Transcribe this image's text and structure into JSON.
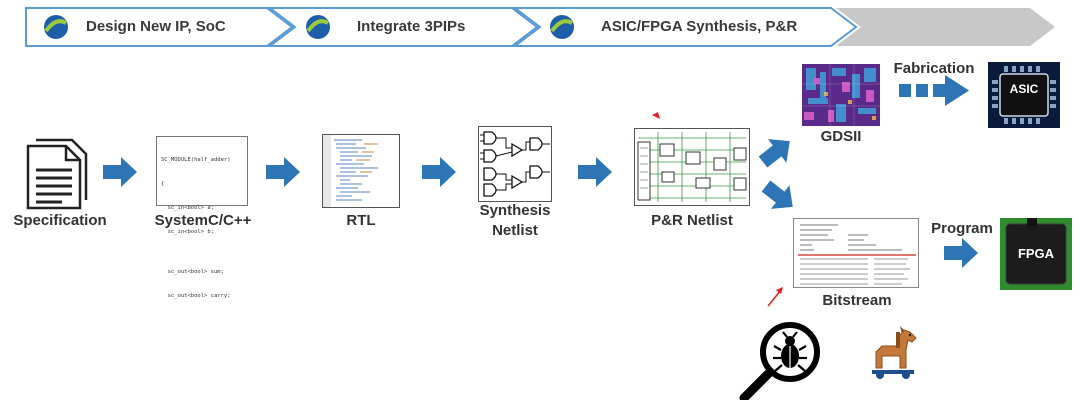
{
  "phases": [
    {
      "label": "Design New IP, SoC"
    },
    {
      "label": "Integrate 3PIPs"
    },
    {
      "label": "ASIC/FPGA Synthesis, P&R"
    }
  ],
  "stages": {
    "specification": "Specification",
    "systemc": "SystemC/C++",
    "rtl": "RTL",
    "synthesis_line1": "Synthesis",
    "synthesis_line2": "Netlist",
    "pnr": "P&R Netlist",
    "gdsii": "GDSII",
    "bitstream": "Bitstream",
    "fabrication": "Fabrication",
    "program": "Program",
    "asic": "ASIC",
    "fpga": "FPGA"
  },
  "code": [
    "SC_MODULE(half_adder)",
    "{",
    "  sc_in<bool> a;",
    "  sc_in<bool> b;",
    "",
    "  sc_out<bool> sum;",
    "  sc_out<bool> carry;"
  ],
  "colors": {
    "arrow": "#2e75b6",
    "chevron_stroke": "#5b9bd5",
    "chevron_gray": "#c8c8c8",
    "asic_bg": "#0a1a3a",
    "fpga_bg": "#1c1c1c",
    "fpga_border": "#2e8b2e"
  }
}
